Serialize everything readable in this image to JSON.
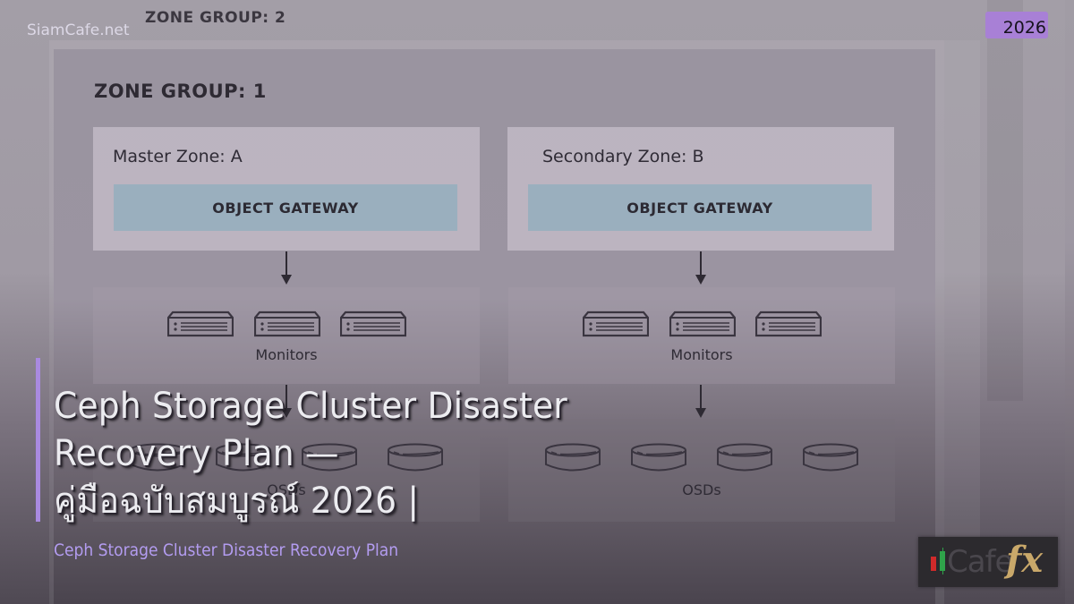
{
  "watermark": "SiamCafe.net",
  "year_badge": "2026",
  "diagram": {
    "zone_group_2_label": "ZONE GROUP: 2",
    "zone_group_1_label": "ZONE GROUP: 1",
    "zones": [
      {
        "title": "Master Zone: A",
        "gateway": "OBJECT GATEWAY",
        "monitors_label": "Monitors",
        "monitor_count": 3,
        "osds_label": "OSDs",
        "osd_count": 4
      },
      {
        "title": "Secondary Zone: B",
        "gateway": "OBJECT GATEWAY",
        "monitors_label": "Monitors",
        "monitor_count": 3,
        "osds_label": "OSDs",
        "osd_count": 4
      }
    ]
  },
  "article": {
    "title_line1": "Ceph Storage Cluster Disaster",
    "title_line2": "Recovery Plan —",
    "title_line3": "คู่มือฉบับสมบูรณ์ 2026 |",
    "subtitle": "Ceph Storage Cluster Disaster Recovery Plan"
  },
  "logo": {
    "text_cafe": "Cafe",
    "text_fx": "fx"
  },
  "colors": {
    "accent": "#a98ae0",
    "badge": "#a880d6",
    "gateway": "#9aafbe",
    "subtitle": "#b39cf0"
  }
}
